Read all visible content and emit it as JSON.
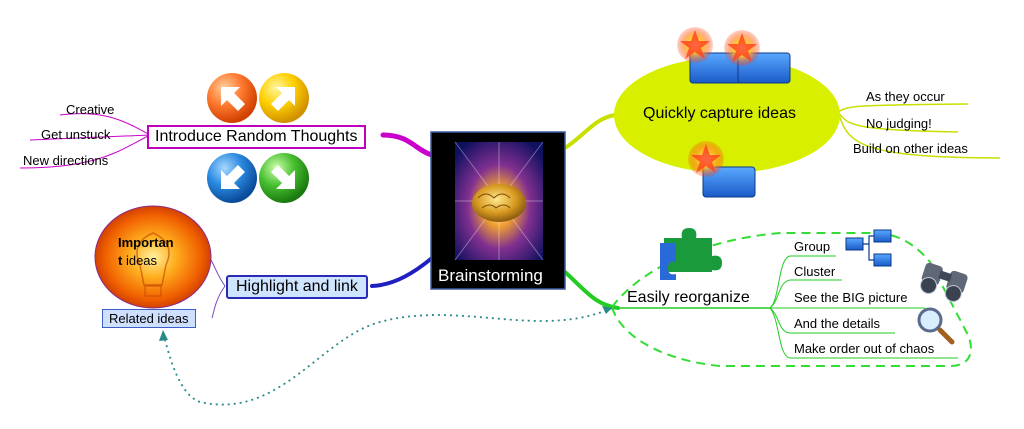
{
  "central": {
    "label": "Brainstorming"
  },
  "branches": {
    "random": {
      "label": "Introduce Random Thoughts",
      "children": [
        "Creative",
        "Get unstuck",
        "New directions"
      ]
    },
    "capture": {
      "label": "Quickly capture ideas",
      "children": [
        "As they occur",
        "No judging!",
        "Build on other ideas"
      ]
    },
    "highlight": {
      "label": "Highlight and link",
      "image_text_line1": "Importan",
      "image_text_line2": "t",
      "image_text_line2_rest": " ideas",
      "related": "Related ideas"
    },
    "reorganize": {
      "label": "Easily reorganize",
      "children": [
        "Group",
        "Cluster",
        "See the BIG picture",
        "And the details",
        "Make order out of chaos"
      ]
    }
  },
  "icons": [
    "arrow-up-left-icon",
    "arrow-up-right-icon",
    "arrow-down-left-icon",
    "arrow-down-right-icon",
    "idea-spark-icon",
    "puzzle-icon",
    "org-chart-icon",
    "binoculars-icon",
    "magnifier-icon",
    "lightbulb-icon"
  ],
  "colors": {
    "random_branch": "#cc00cc",
    "capture_branch": "#c8e000",
    "highlight_branch": "#2020c0",
    "reorganize_branch": "#22cc22",
    "link_dotted": "#2a8a8a"
  }
}
